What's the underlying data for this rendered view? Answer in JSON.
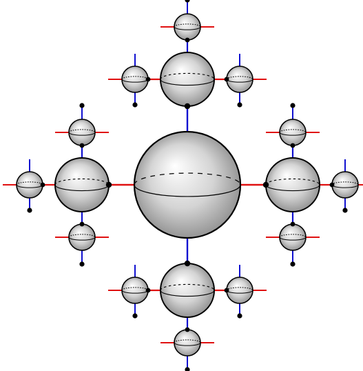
{
  "colors": {
    "horizontal_edge": "#e01010",
    "vertical_edge": "#1010d0",
    "node_outline": "#000000",
    "node_dot": "#000000",
    "sphere_highlight": "#ffffff",
    "sphere_mid": "#d4d4d4",
    "sphere_shadow": "#8a8a8a",
    "background": "#ffffff"
  },
  "graph": {
    "levels": 3,
    "children_per_node": 4,
    "node_shape": "shaded-sphere",
    "horizontal_links": "red",
    "vertical_links": "blue"
  }
}
